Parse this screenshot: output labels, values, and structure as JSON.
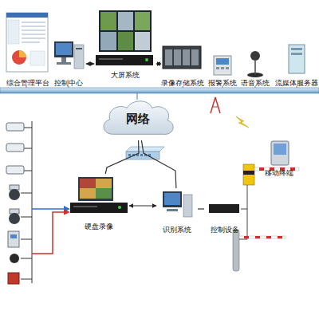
{
  "diagram": {
    "nodes": [
      {
        "text": [
          "综合管理平台"
        ]
      },
      {
        "text": [
          "控制中心"
        ]
      },
      {
        "text": [
          "大屏系统"
        ]
      },
      {
        "text": [
          "录像存储系统"
        ]
      },
      {
        "text": [
          "报警系统"
        ]
      },
      {
        "text": [
          "语音系统"
        ]
      },
      {
        "text": [
          "流媒体服务器"
        ]
      },
      {
        "text": [
          "网络"
        ]
      },
      {
        "text": [
          "移动终端"
        ]
      },
      {
        "text": [
          "硬盘录像"
        ]
      },
      {
        "text": [
          "识别系统"
        ]
      },
      {
        "text": [
          "控制设备"
        ]
      }
    ],
    "edges": [
      {
        "from": 1,
        "to": 2,
        "arrow": "both"
      },
      {
        "from": 2,
        "to": 3,
        "arrow": "both"
      },
      {
        "from": 7,
        "to": 9,
        "arrow": "none"
      },
      {
        "from": 7,
        "to": 10,
        "arrow": "none"
      },
      {
        "from": 9,
        "to": 10,
        "arrow": "both"
      },
      {
        "from": 10,
        "to": 11,
        "arrow": "none"
      }
    ]
  }
}
